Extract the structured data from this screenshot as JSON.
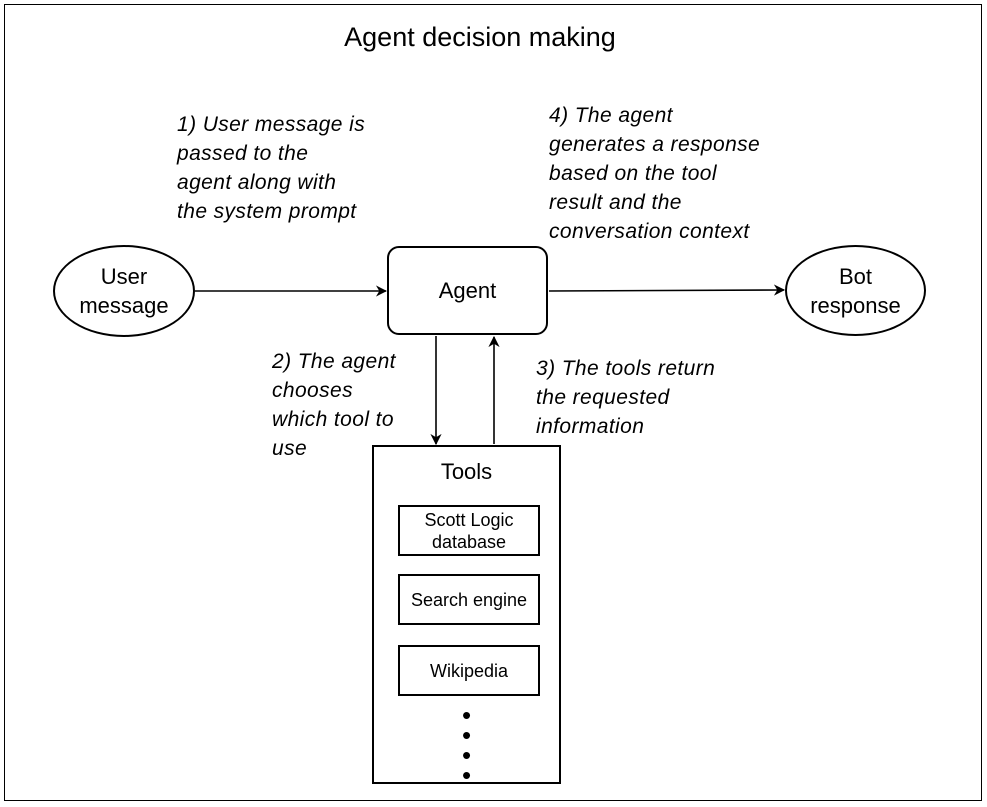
{
  "title": "Agent decision making",
  "nodes": {
    "user_message": [
      "User",
      "message"
    ],
    "agent": "Agent",
    "bot_response": [
      "Bot",
      "response"
    ],
    "tools": {
      "title": "Tools",
      "items": [
        "Scott Logic\ndatabase",
        "Search engine",
        "Wikipedia"
      ],
      "more": "•"
    }
  },
  "steps": [
    "1) User message is\npassed to the\nagent along with\nthe system prompt",
    "2) The agent\nchooses\nwhich tool to\nuse",
    "3) The tools return\nthe requested\ninformation",
    "4) The agent\ngenerates a response\nbased on the tool\nresult and the\nconversation context"
  ]
}
